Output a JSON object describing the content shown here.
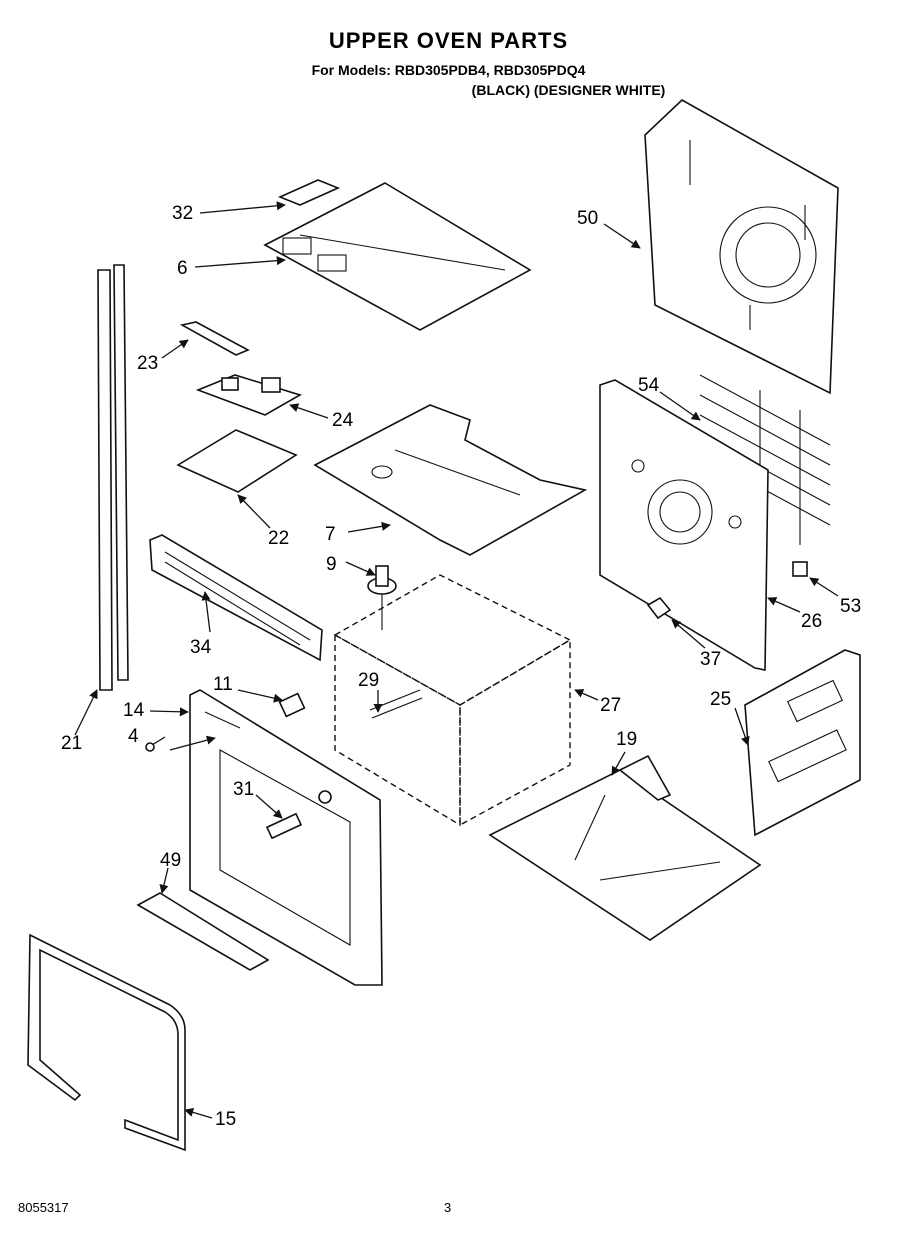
{
  "header": {
    "title": "UPPER OVEN PARTS",
    "models_line": "For Models: RBD305PDB4, RBD305PDQ4",
    "variants_line": "(BLACK)  (DESIGNER WHITE)"
  },
  "footer": {
    "doc_number": "8055317",
    "page_number": "3"
  },
  "callouts": {
    "c32": "32",
    "c6": "6",
    "c50": "50",
    "c23": "23",
    "c24": "24",
    "c54": "54",
    "c22": "22",
    "c7": "7",
    "c9": "9",
    "c34": "34",
    "c26": "26",
    "c53": "53",
    "c37": "37",
    "c11": "11",
    "c29": "29",
    "c14": "14",
    "c27": "27",
    "c25": "25",
    "c4": "4",
    "c21": "21",
    "c19": "19",
    "c31": "31",
    "c49": "49",
    "c15": "15"
  }
}
